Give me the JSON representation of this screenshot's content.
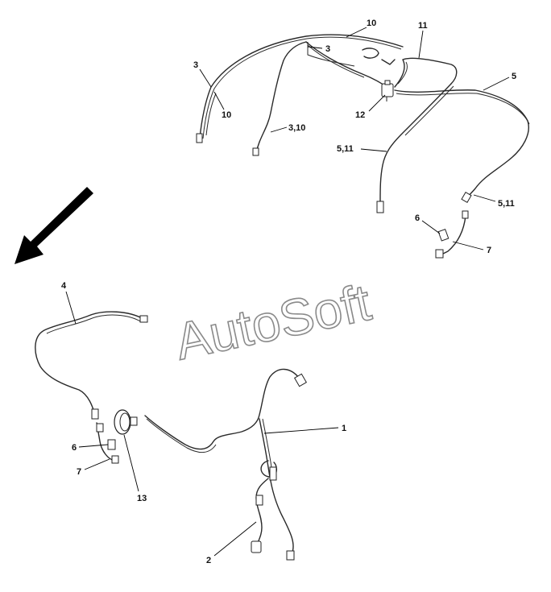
{
  "watermark": "AutoSoft",
  "callouts": {
    "c10_top": "10",
    "c11": "11",
    "c3_a": "3",
    "c3_b": "3",
    "c10_b": "10",
    "c5": "5",
    "c12": "12",
    "c3_10": "3,10",
    "c5_11_a": "5,11",
    "c5_11_b": "5,11",
    "c6_top": "6",
    "c7_top": "7",
    "c4": "4",
    "c1": "1",
    "c6_bot": "6",
    "c7_bot": "7",
    "c13": "13",
    "c2": "2"
  },
  "icons": {
    "direction_arrow": "down-left-arrow-icon"
  }
}
